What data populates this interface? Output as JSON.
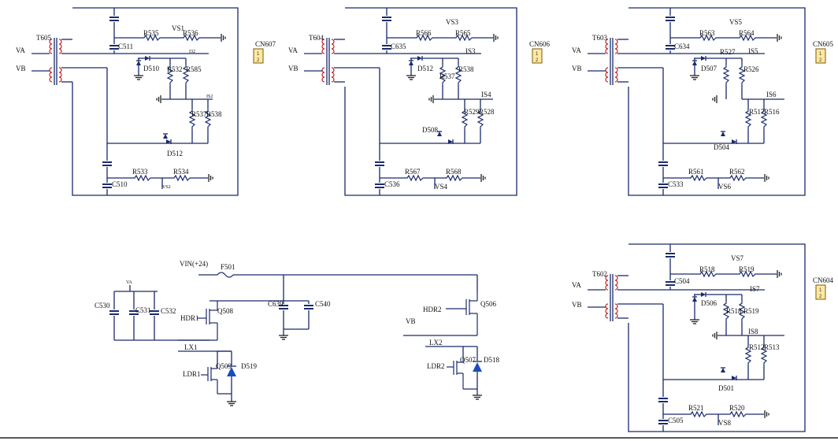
{
  "blocks": [
    {
      "transformer": "T605",
      "in_a": "VA",
      "in_b": "VB",
      "connector": "CN607",
      "connector_pins": [
        "1",
        "2"
      ],
      "cap_top": "C511",
      "cap_bot": "C510",
      "r_top1": "R535",
      "r_top2": "R536",
      "v_top": "VS1",
      "r_mid1": "R532",
      "r_mid2": "R585",
      "i_top": "I32",
      "r_lo1": "R537",
      "r_lo2": "R538",
      "i_lo": "IS2",
      "diode_top": "D510",
      "diode_bot": "D512",
      "r_bot1": "R533",
      "r_bot2": "R534",
      "v_bot": "VS2"
    },
    {
      "transformer": "T604",
      "in_a": "VA",
      "in_b": "VB",
      "connector": "CN606",
      "connector_pins": [
        "1",
        "2"
      ],
      "cap_top": "C635",
      "cap_bot": "C536",
      "r_top1": "R566",
      "r_top2": "R565",
      "v_top": "VS3",
      "r_mid1": "R537",
      "r_mid2": "R538",
      "i_top": "IS3",
      "r_lo1": "R529",
      "r_lo2": "R528",
      "i_lo": "IS4",
      "diode_top": "D512",
      "diode_bot": "D508",
      "r_bot1": "R567",
      "r_bot2": "R568",
      "v_bot": "VS4"
    },
    {
      "transformer": "T603",
      "in_a": "VA",
      "in_b": "VB",
      "connector": "CN605",
      "connector_pins": [
        "1",
        "2"
      ],
      "cap_top": "C634",
      "cap_bot": "C533",
      "r_top1": "R563",
      "r_top2": "R564",
      "v_top": "VS5",
      "r_mid1": "R527",
      "r_mid2": "R526",
      "i_top": "IS5",
      "r_lo1": "R517",
      "r_lo2": "R516",
      "i_lo": "IS6",
      "diode_top": "D507",
      "diode_bot": "D504",
      "r_bot1": "R561",
      "r_bot2": "R562",
      "v_bot": "VS6"
    },
    {
      "transformer": "T602",
      "in_a": "VA",
      "in_b": "VB",
      "connector": "CN604",
      "connector_pins": [
        "1",
        "2"
      ],
      "cap_top": "C504",
      "cap_bot": "C505",
      "r_top1": "R518",
      "r_top2": "R519",
      "v_top": "VS7",
      "r_mid1": "R518",
      "r_mid2": "R519",
      "i_top": "IS7",
      "r_lo1": "R512",
      "r_lo2": "R513",
      "i_lo": "IS8",
      "diode_top": "D506",
      "diode_bot": "D501",
      "r_bot1": "R521",
      "r_bot2": "R520",
      "v_bot": "VS8"
    }
  ],
  "driver": {
    "vin": "VIN(+24)",
    "fuse": "F501",
    "va": "VA",
    "c1": "C530",
    "c2": "C531",
    "c3": "C532",
    "c4": "C639",
    "c5": "C540",
    "hdr1": "HDR1",
    "q1": "Q508",
    "lx1": "LX1",
    "ldr1": "LDR1",
    "q2": "Q509",
    "d1": "D519",
    "hdr2": "HDR2",
    "q3": "Q506",
    "vb": "VB",
    "lx2": "LX2",
    "ldr2": "LDR2",
    "q4": "Q507",
    "d2": "D518"
  },
  "colors": {
    "wire": "#1a2a6c",
    "coil": "#c02020",
    "connector": "#ffe9a0",
    "diode_blue": "#1a4db8"
  }
}
